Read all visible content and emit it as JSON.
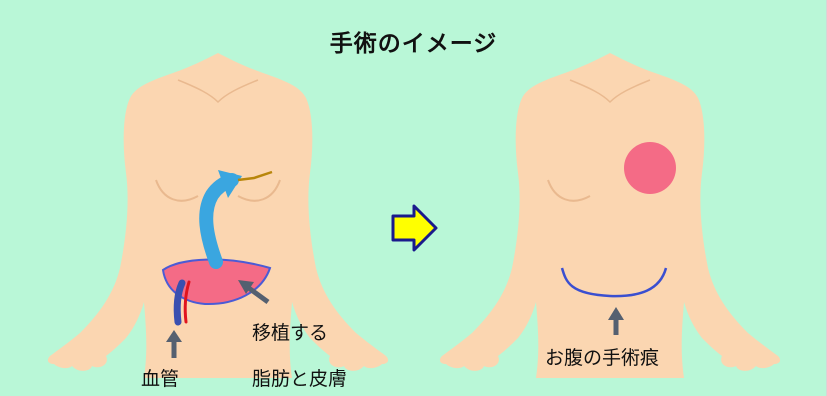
{
  "title": "手術のイメージ",
  "labels": {
    "vessel": "血管",
    "transplant_line1": "移植する",
    "transplant_line2": "脂肪と皮膚",
    "scar": "お腹の手術痕"
  },
  "colors": {
    "background": "#b9f7d7",
    "skin": "#fbd6b1",
    "skin_shadow": "#e9b98f",
    "flap_fill": "#f46b86",
    "flap_outline": "#4b5bd6",
    "breast_reconstruction": "#f46b86",
    "curved_arrow": "#3aa6e0",
    "transition_arrow_fill": "#ffff00",
    "transition_arrow_outline": "#1a1a8c",
    "pointer_arrow": "#556070",
    "vessel_red": "#e0141e",
    "vessel_blue": "#3a4fb0",
    "mark_line": "#b8860b",
    "scar_line": "#3a4fd0"
  },
  "icons": [
    "curved-arrow-icon",
    "right-arrow-icon",
    "up-arrow-icon",
    "diagonal-arrow-icon"
  ]
}
